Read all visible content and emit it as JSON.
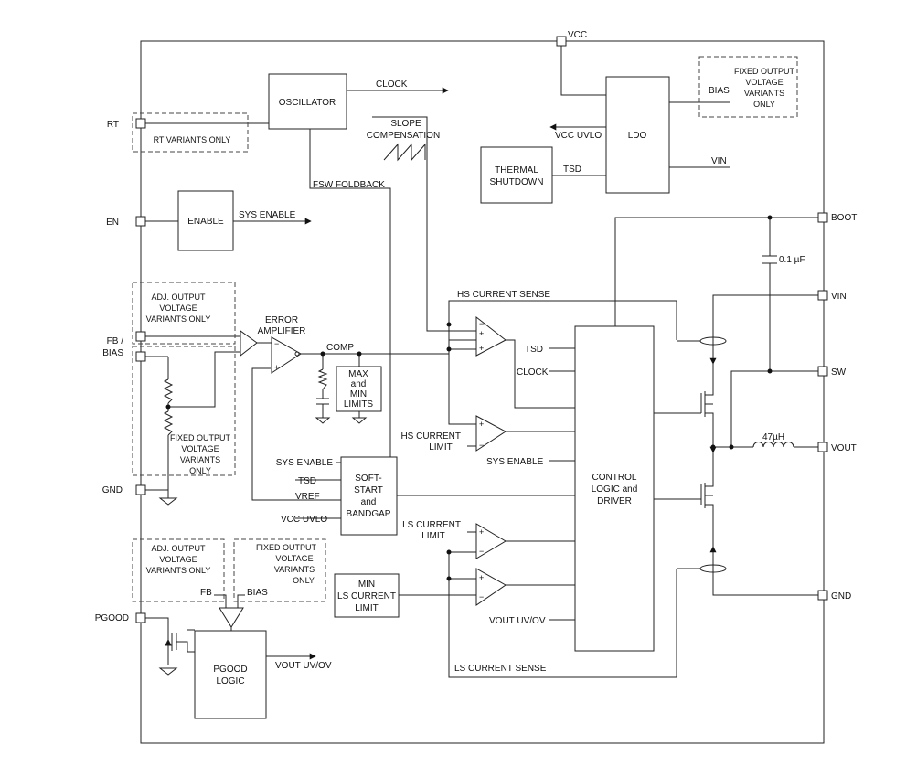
{
  "pins": {
    "vcc": "VCC",
    "rt": "RT",
    "en": "EN",
    "fb_bias_1": "FB /",
    "fb_bias_2": "BIAS",
    "gnd_left": "GND",
    "pgood": "PGOOD",
    "boot": "BOOT",
    "vin": "VIN",
    "sw": "SW",
    "vout": "VOUT",
    "gnd_right": "GND"
  },
  "blocks": {
    "oscillator": "OSCILLATOR",
    "ldo": "LDO",
    "thermal_1": "THERMAL",
    "thermal_2": "SHUTDOWN",
    "enable": "ENABLE",
    "max_1": "MAX",
    "max_2": "and",
    "max_3": "MIN",
    "max_4": "LIMITS",
    "softstart_1": "SOFT-",
    "softstart_2": "START",
    "softstart_3": "and",
    "softstart_4": "BANDGAP",
    "control_1": "CONTROL",
    "control_2": "LOGIC and",
    "control_3": "DRIVER",
    "minls_1": "MIN",
    "minls_2": "LS CURRENT",
    "minls_3": "LIMIT",
    "pgood_1": "PGOOD",
    "pgood_2": "LOGIC"
  },
  "notes": {
    "rt_variants": "RT VARIANTS ONLY",
    "fixed_top_1": "FIXED OUTPUT",
    "fixed_top_2": "VOLTAGE",
    "fixed_top_3": "VARIANTS",
    "fixed_top_4": "ONLY",
    "adj_1": "ADJ. OUTPUT",
    "adj_2": "VOLTAGE",
    "adj_3": "VARIANTS ONLY",
    "fixed_fb_1": "FIXED OUTPUT",
    "fixed_fb_2": "VOLTAGE",
    "fixed_fb_3": "VARIANTS",
    "fixed_fb_4": "ONLY",
    "adj_bot_1": "ADJ. OUTPUT",
    "adj_bot_2": "VOLTAGE",
    "adj_bot_3": "VARIANTS ONLY",
    "fixed_bot_1": "FIXED OUTPUT",
    "fixed_bot_2": "VOLTAGE",
    "fixed_bot_3": "VARIANTS",
    "fixed_bot_4": "ONLY"
  },
  "signals": {
    "clock": "CLOCK",
    "slope_1": "SLOPE",
    "slope_2": "COMPENSATION",
    "fsw_foldback": "FSW FOLDBACK",
    "bias": "BIAS",
    "vcc_uvlo": "VCC UVLO",
    "tsd": "TSD",
    "vin_ldo": "VIN",
    "sys_enable": "SYS ENABLE",
    "cap_boot": "0.1 µF",
    "hs_current_sense": "HS CURRENT SENSE",
    "error_amp_1": "ERROR",
    "error_amp_2": "AMPLIFIER",
    "comp": "COMP",
    "tsd_ctrl": "TSD",
    "clock_ctrl": "CLOCK",
    "hs_limit_1": "HS CURRENT",
    "hs_limit_2": "LIMIT",
    "sys_enable_ctrl": "SYS ENABLE",
    "inductor": "47µH",
    "sys_enable_ss": "SYS ENABLE",
    "tsd_ss": "TSD",
    "vref": "VREF",
    "vcc_uvlo_ss": "VCC UVLO",
    "ls_limit_1": "LS CURRENT",
    "ls_limit_2": "LIMIT",
    "fb": "FB",
    "bias_pg": "BIAS",
    "vout_uvov_ctrl": "VOUT UV/OV",
    "vout_uvov_pg": "VOUT UV/OV",
    "ls_current_sense": "LS CURRENT SENSE"
  }
}
